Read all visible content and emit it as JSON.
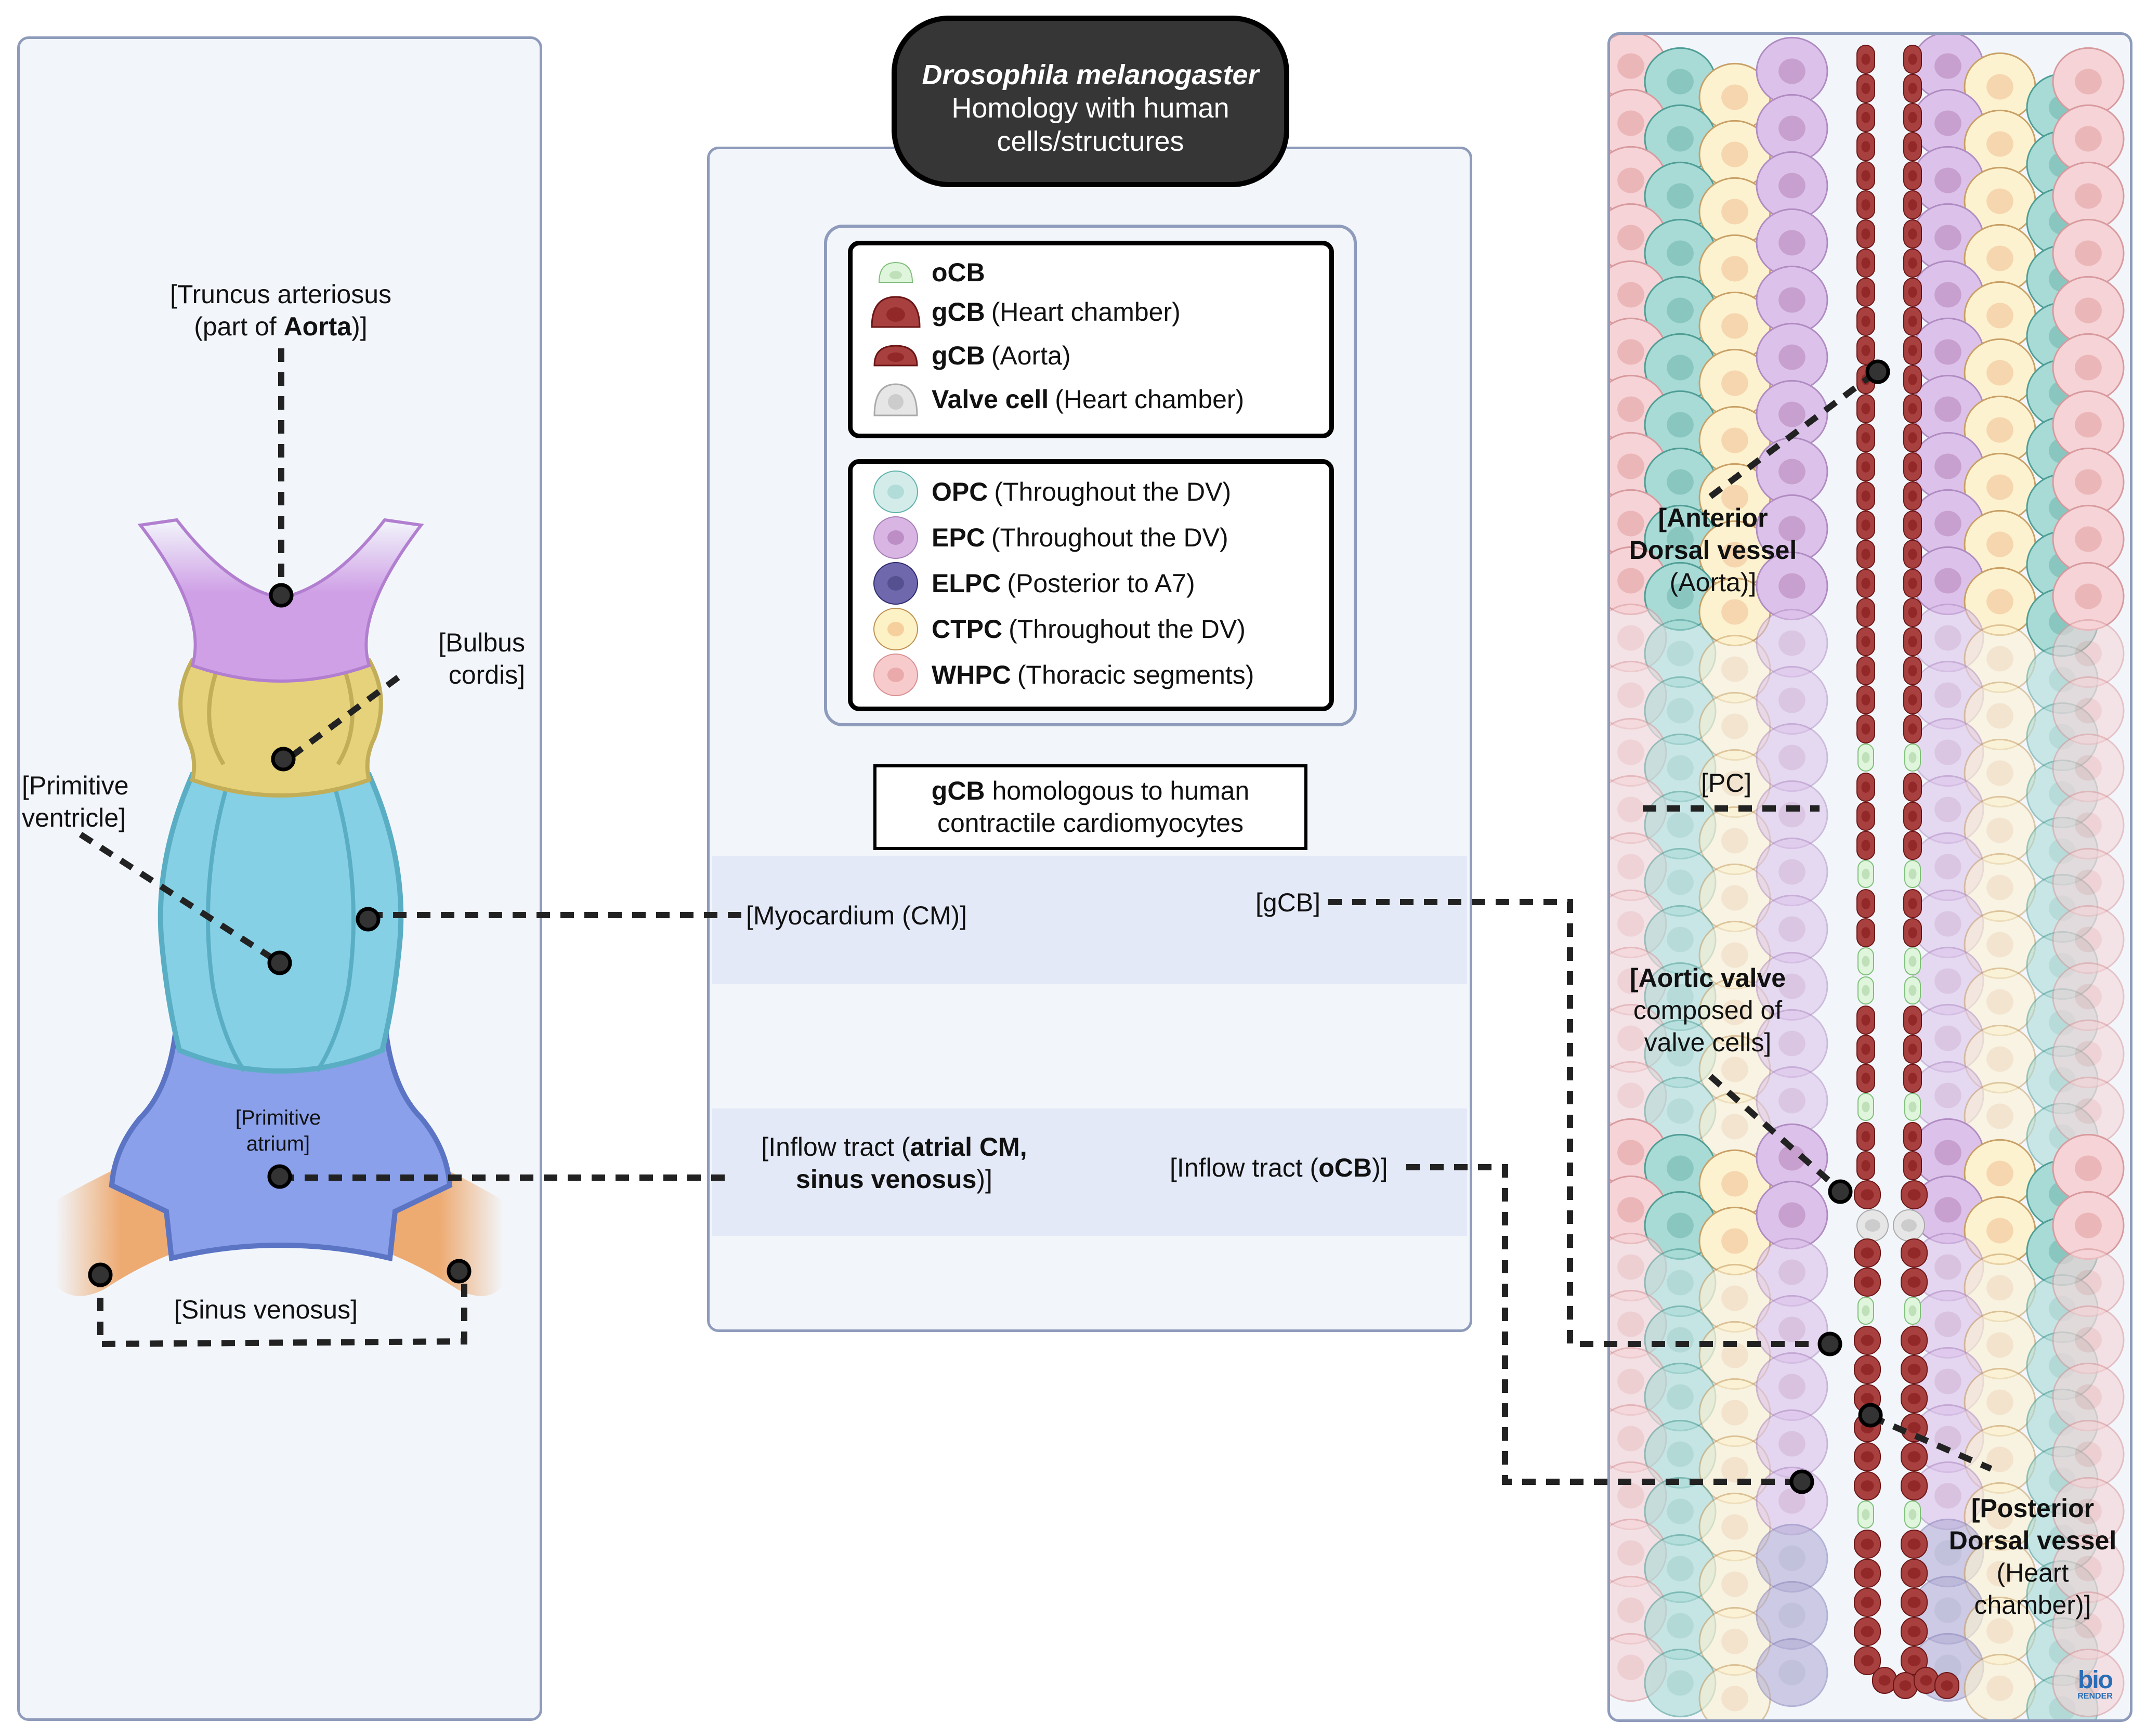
{
  "title": {
    "species": "Drosophila melanogaster",
    "subtitle": "Homology with human cells/structures"
  },
  "legend": {
    "cardioblasts": [
      {
        "abbr": "oCB",
        "desc": "",
        "icon": "ocb-cell-icon",
        "color": "#dff5dc"
      },
      {
        "abbr": "gCB",
        "desc": "(Heart chamber)",
        "icon": "gcb-heart-cell-icon",
        "color": "#a84040"
      },
      {
        "abbr": "gCB",
        "desc": "(Aorta)",
        "icon": "gcb-aorta-cell-icon",
        "color": "#a84040"
      },
      {
        "abbr": "Valve cell",
        "desc": "(Heart chamber)",
        "icon": "valve-cell-icon",
        "color": "#e6e6e6"
      }
    ],
    "pericardial": [
      {
        "abbr": "OPC",
        "desc": "(Throughout the DV)",
        "icon": "opc-cell-icon",
        "color": "#d3ecea"
      },
      {
        "abbr": "EPC",
        "desc": "(Throughout the DV)",
        "icon": "epc-cell-icon",
        "color": "#d8b5e3"
      },
      {
        "abbr": "ELPC",
        "desc": "(Posterior to A7)",
        "icon": "elpc-cell-icon",
        "color": "#7068ac"
      },
      {
        "abbr": "CTPC",
        "desc": "(Throughout the DV)",
        "icon": "ctpc-cell-icon",
        "color": "#fdf1c6"
      },
      {
        "abbr": "WHPC",
        "desc": "(Thoracic segments)",
        "icon": "whpc-cell-icon",
        "color": "#f7cbcc"
      }
    ]
  },
  "note": {
    "bold": "gCB",
    "text": " homologous to human contractile cardiomyocytes"
  },
  "human_heart_labels": {
    "truncus": {
      "l1": "[Truncus arteriosus",
      "l2a": "(part of ",
      "l2b": "Aorta",
      "l2c": ")]"
    },
    "bulbus": {
      "l1": "[Bulbus",
      "l2": "cordis]"
    },
    "ventricle": {
      "l1": "[Primitive",
      "l2": "ventricle]"
    },
    "atrium": {
      "l1": "[Primitive",
      "l2": "atrium]"
    },
    "sinus": "[Sinus venosus]"
  },
  "homology_rows": [
    {
      "human": "[Myocardium (CM)]",
      "fly": "[gCB]"
    },
    {
      "human_a": "[Inflow tract (",
      "human_b": "atrial CM,",
      "human_c": "sinus venosus",
      "human_d": ")]",
      "fly_a": "[Inflow tract (",
      "fly_b": "oCB",
      "fly_c": ")]"
    }
  ],
  "fly_labels": {
    "anterior": {
      "l1": "[Anterior",
      "l2": "Dorsal vessel",
      "l3": "(Aorta)]"
    },
    "pc": "[PC]",
    "valve": {
      "l1": "[Aortic valve",
      "l2": "composed of",
      "l3": "valve cells]"
    },
    "posterior": {
      "l1": "[Posterior",
      "l2": "Dorsal vessel",
      "l3": "(Heart",
      "l4": "chamber)]"
    }
  },
  "colors": {
    "panel_bg": "#f2f6fb",
    "panel_border": "#8e9bbb",
    "band": "#e4e9f8",
    "truncus": "#cfa0e6",
    "bulbus": "#e6d27a",
    "ventricle": "#86d0e6",
    "atrium": "#8aa0ea",
    "sinus": "#eda66a",
    "opc": "#a8dad6",
    "epc": "#dcc2ea",
    "ctpc": "#fdf2cf",
    "whpc": "#f5d3d6",
    "elpc": "#b3aed6",
    "gcb": "#a84040",
    "ocb": "#dff5dc",
    "valve": "#e6e6e6"
  },
  "logo": {
    "top": "bio",
    "bottom": "RENDER"
  }
}
